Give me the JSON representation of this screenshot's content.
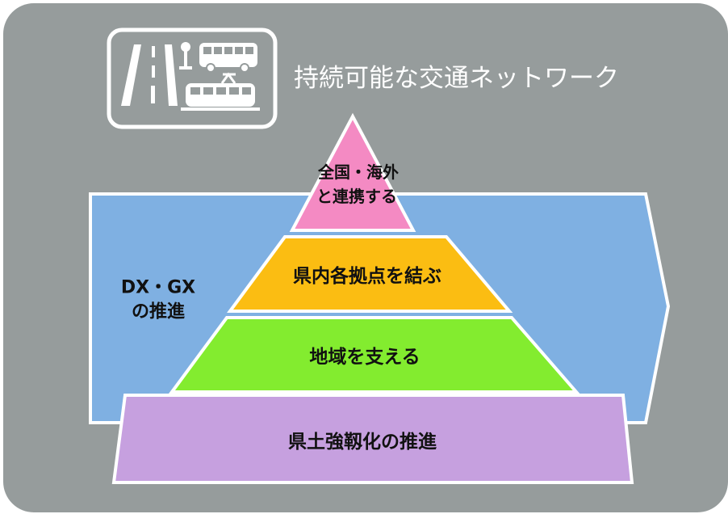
{
  "title": "持続可能な交通ネットワーク",
  "icon": "road-and-bus-icon",
  "side_label": {
    "line1": "DX・GX",
    "line2": "の推進"
  },
  "pyramid": {
    "top": {
      "line1": "全国・海外",
      "line2": "と連携する",
      "color": "#f48ac3"
    },
    "upper": {
      "label": "県内各拠点を結ぶ",
      "color": "#fbbd12"
    },
    "middle": {
      "label": "地域を支える",
      "color": "#83ec2f"
    },
    "base": {
      "label": "県土強靱化の推進",
      "color": "#c6a0df"
    }
  },
  "colors": {
    "panel": "#969c9c",
    "arrow": "#7fb0e2",
    "outline": "#ffffff"
  }
}
